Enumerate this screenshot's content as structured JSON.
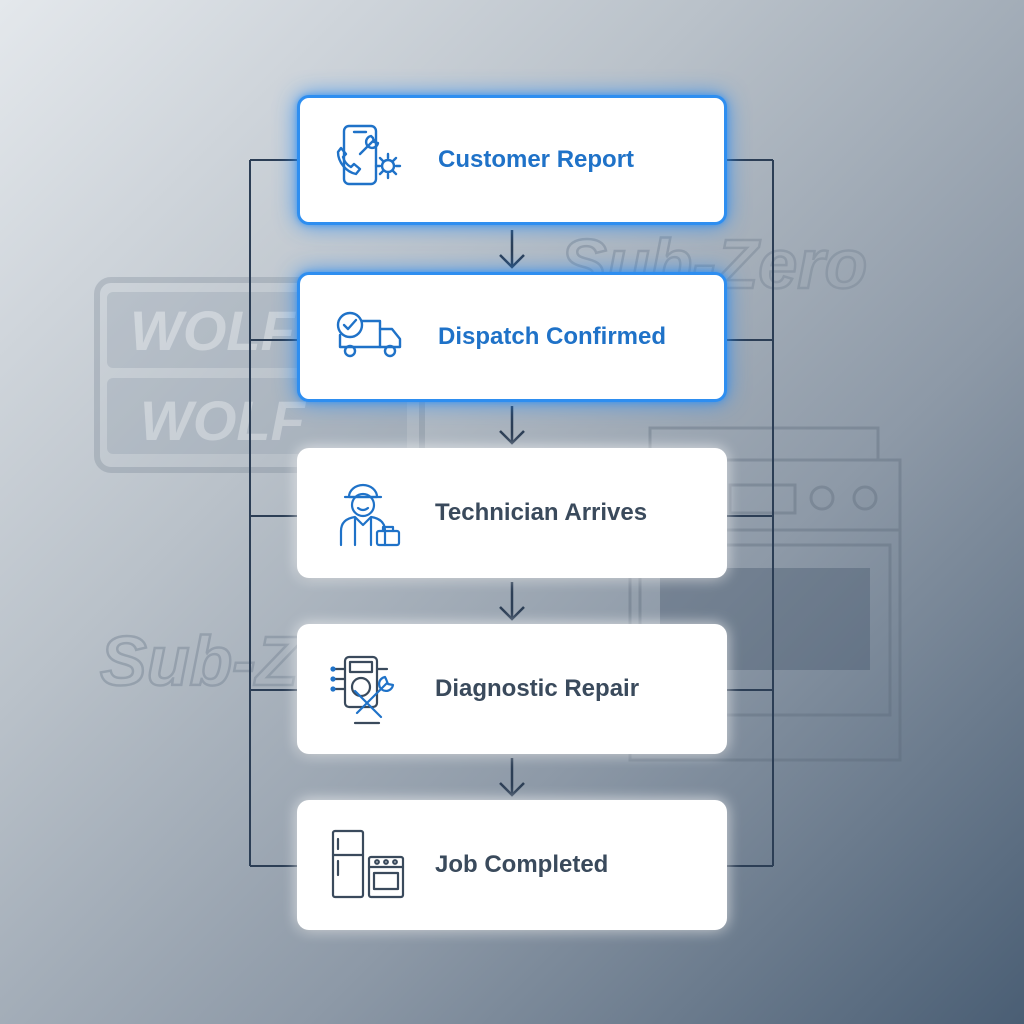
{
  "brand": {
    "watermark_top": "Sub-Zero",
    "watermark_left": "Sub-Zero",
    "logo_text_1": "WOLF",
    "logo_text_2": "WOLF"
  },
  "colors": {
    "accent": "#1f72c8",
    "active_glow": "#2e8ef0",
    "connector": "#2c3e55",
    "inactive_text": "#3a4a5c"
  },
  "steps": [
    {
      "label": "Customer Report",
      "icon": "phone-wrench-gear-icon",
      "active": true
    },
    {
      "label": "Dispatch Confirmed",
      "icon": "delivery-truck-check-icon",
      "active": true
    },
    {
      "label": "Technician Arrives",
      "icon": "technician-toolbox-icon",
      "active": false
    },
    {
      "label": "Diagnostic Repair",
      "icon": "multimeter-wrench-icon",
      "active": false
    },
    {
      "label": "Job Completed",
      "icon": "refrigerator-range-icon",
      "active": false
    }
  ]
}
